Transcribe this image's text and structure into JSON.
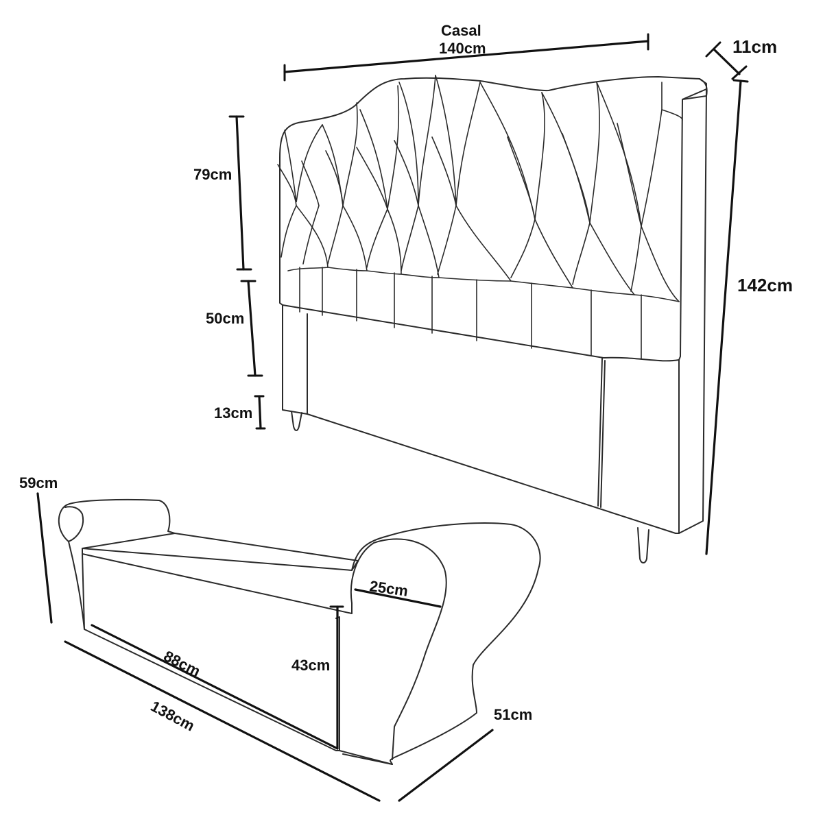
{
  "headboard": {
    "width_label": "Casal",
    "width_value": "140cm",
    "depth": "11cm",
    "total_height": "142cm",
    "panel_height": "79cm",
    "base_height": "50cm",
    "leg_height": "13cm"
  },
  "bench": {
    "height": "59cm",
    "arm_width": "25cm",
    "seat_length": "88cm",
    "seat_height": "43cm",
    "total_length": "138cm",
    "depth": "51cm"
  },
  "colors": {
    "line": "#2a2a2a",
    "dimension": "#111111",
    "background": "#ffffff"
  }
}
